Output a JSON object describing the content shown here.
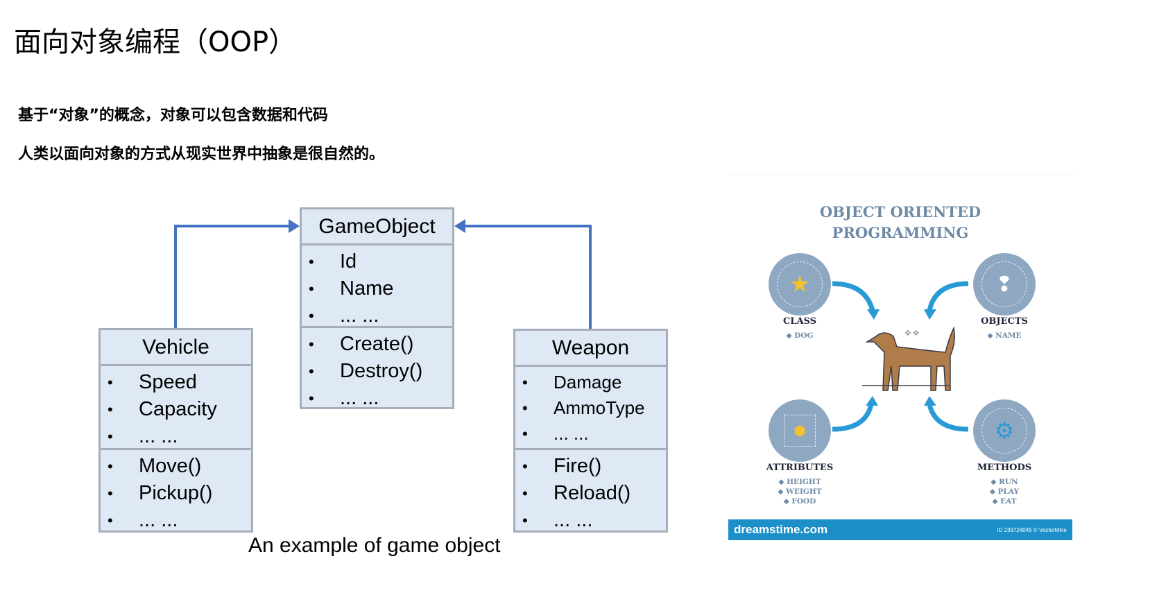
{
  "title": "面向对象编程（OOP）",
  "lines": [
    "基于“对象”的概念，对象可以包含数据和代码",
    "人类以面向对象的方式从现实世界中抽象是很自然的。"
  ],
  "diagram": {
    "game_object": {
      "name": "GameObject",
      "attributes": [
        "Id",
        "Name",
        "... ..."
      ],
      "methods": [
        "Create()",
        "Destroy()",
        "... ..."
      ]
    },
    "vehicle": {
      "name": "Vehicle",
      "attributes": [
        "Speed",
        "Capacity",
        "... ..."
      ],
      "methods": [
        "Move()",
        "Pickup()",
        "... ..."
      ]
    },
    "weapon": {
      "name": "Weapon",
      "attributes": [
        "Damage",
        "AmmoType",
        "... ..."
      ],
      "methods": [
        "Fire()",
        "Reload()",
        "... ..."
      ]
    },
    "bullet": "•",
    "arrow_color": "#4472c4",
    "caption": "An example of game object"
  },
  "illustration": {
    "title_line1": "OBJECT ORIENTED",
    "title_line2": "PROGRAMMING",
    "class": {
      "label": "CLASS",
      "items": [
        "◆ DOG"
      ]
    },
    "objects": {
      "label": "OBJECTS",
      "items": [
        "◆ NAME"
      ]
    },
    "attributes": {
      "label": "ATTRIBUTES",
      "items": [
        "◆ HEIGHT",
        "◆ WEIGHT",
        "◆ FOOD"
      ]
    },
    "methods": {
      "label": "METHODS",
      "items": [
        "◆ RUN",
        "◆ PLAY",
        "◆ EAT"
      ]
    },
    "brand": "dreamstime.com",
    "id_text": "ID 239724045 © VectorMine"
  }
}
